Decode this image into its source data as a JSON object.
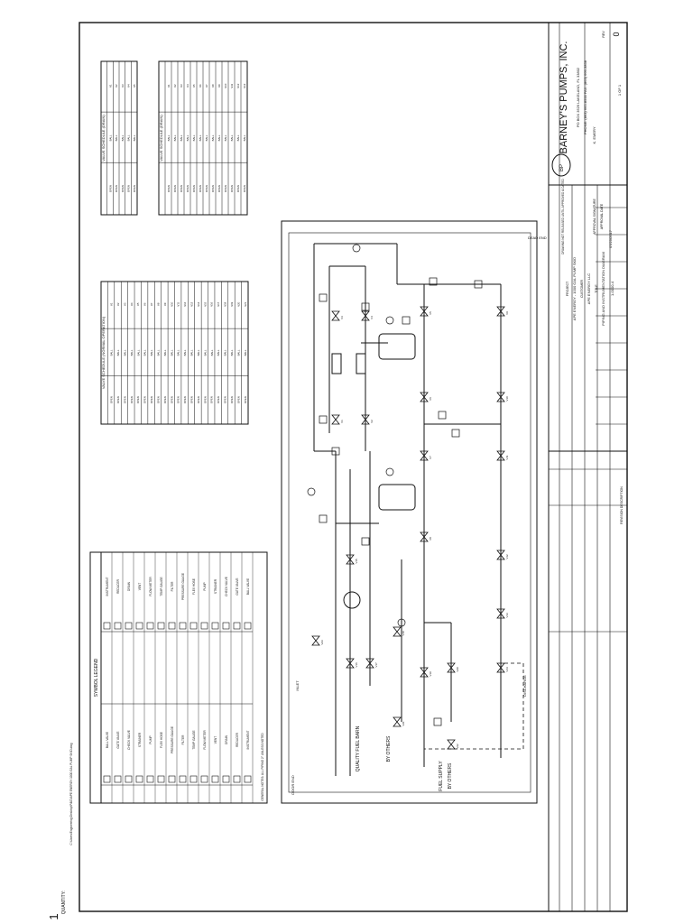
{
  "title_block": {
    "company": "BARNEY'S PUMPS, INC.",
    "address": "PO BOX 3529 LAKELAND, FL 33802",
    "phone": "PHONE: (863) 665-8500  FAX: (863) 666-3858",
    "project_label": "PROJECT",
    "project": "APE ENERGY - 1000 GAL PUMP SKID",
    "customer_label": "CUSTOMER",
    "customer": "APE ENERGY LLC",
    "title_label": "TITLE",
    "drawing_title": "PIPING AND INSTRUMENTATION DIAGRAM",
    "job_no": "JOB NO.",
    "dwg_no_label": "DWG. NO.",
    "dwg_no": "1-0000-4",
    "page_label": "PAGE",
    "page": "1 OF 1",
    "rev_label": "REV",
    "rev": "0",
    "date_label": "DATE",
    "date": "07/25/2017",
    "drawn_label": "DRAWN",
    "drawn": "K. EMERY",
    "approval_label": "APPROVAL SIGNATURE",
    "approval_date": "APPROVAL DATE",
    "notice": "DRAWING NOT RELEASED UNTIL APPROVED & DATED",
    "revision_description": "REVISION DESCRIPTION"
  },
  "quantity": {
    "label": "QUANTITY:",
    "value": "1"
  },
  "path_text": "C:\\Users\\Engineering\\Desktop\\P&ID\\APE ENERGY 1000 GAL PUMP SKID.dwg",
  "tables": {
    "normal_title": "VALVE SCHEDULE (NORMAL OPERATION)",
    "drain_title_1": "VALVE SCHEDULE (DRAIN)",
    "drain_title_2": "VALVE SCHEDULE (DRAIN)",
    "col_valve": "VALVE #",
    "col_type": "VALVE TYPE",
    "col_pos": "VALVE POSITION"
  },
  "legend": {
    "title": "SYMBOL LEGEND",
    "note": "GENERAL NOTES: ALL PIPING 2\" UNLESS NOTED",
    "items": [
      "BALL VALVE",
      "GATE VALVE",
      "CHECK VALVE",
      "STRAINER",
      "PUMP",
      "FLEX HOSE",
      "PRESSURE GAUGE",
      "FILTER",
      "TEMP GAUGE",
      "FLOW METER",
      "VENT",
      "DRAIN",
      "REDUCER",
      "INSTRUMENT"
    ]
  },
  "diagram": {
    "header_left": "DEAD END",
    "footer_right": "DOOR END",
    "inlet": "INLET",
    "discharge": "DISCHARGE",
    "source_1": "QUALITY FUEL BARN",
    "source_2": "BY OTHERS",
    "source_3": "FUEL SUPPLY",
    "source_4": "BY OTHERS",
    "valves": [
      "V1",
      "V2",
      "V3",
      "V4",
      "V5",
      "V6",
      "V7",
      "V8",
      "V9",
      "V10",
      "V11",
      "V12",
      "V13",
      "V14",
      "V15",
      "V16",
      "V17",
      "V18",
      "V19",
      "V20",
      "V21",
      "V22",
      "V23"
    ]
  }
}
